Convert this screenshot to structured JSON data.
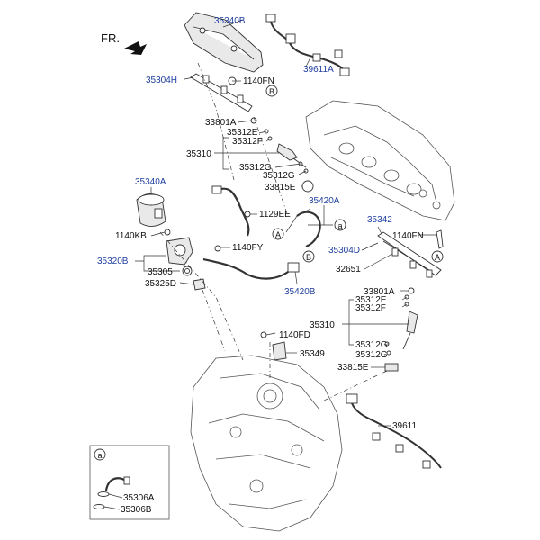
{
  "header": {
    "direction_label": "FR."
  },
  "labels": {
    "l35340b": "35340B",
    "l39611a": "39611A",
    "l35304h": "35304H",
    "l1140fn_a": "1140FN",
    "lB_top": "B",
    "l33801a_a": "33801A",
    "l35312e_a": "35312E",
    "l35312f_a": "35312F",
    "l35310_a": "35310",
    "l35312g_a1": "35312G",
    "l35312g_a2": "35312G",
    "l33815e_a": "33815E",
    "l35340a": "35340A",
    "l35420a": "35420A",
    "la_mid": "a",
    "l1129ee": "1129EE",
    "l1140kb": "1140KB",
    "lA_mid": "A",
    "l1140fy": "1140FY",
    "lB_mid": "B",
    "l35320b": "35320B",
    "l35305": "35305",
    "l35325d": "35325D",
    "l35420b": "35420B",
    "l35342": "35342",
    "l1140fn_b": "1140FN",
    "l35304d": "35304D",
    "lA_right": "A",
    "l32651": "32651",
    "l33801a_b": "33801A",
    "l35312e_b": "35312E",
    "l35312f_b": "35312F",
    "l35310_b": "35310",
    "l1140fd": "1140FD",
    "l35349": "35349",
    "l35312g_b1": "35312G",
    "l35312g_b2": "35312G",
    "l33815e_b": "33815E",
    "l39611": "39611",
    "la_inset": "a",
    "l35306a": "35306A",
    "l35306b": "35306B"
  }
}
